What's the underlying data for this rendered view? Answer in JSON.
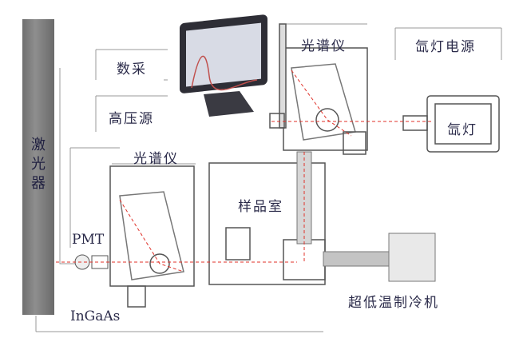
{
  "labels": {
    "laser": "激光器",
    "data_acquisition": "数采",
    "high_voltage": "高压源",
    "spectrometer_top": "光谱仪",
    "spectrometer_bottom": "光谱仪",
    "xenon_power": "氙灯电源",
    "xenon_lamp": "氙灯",
    "sample_chamber": "样品室",
    "pmt": "PMT",
    "ingaas": "InGaAs",
    "cryo": "超低温制冷机"
  },
  "colors": {
    "laser_bar": "#7a7a7a",
    "beam": "#e0322a",
    "frame": "#555555",
    "screen": "#d8dbe5"
  }
}
